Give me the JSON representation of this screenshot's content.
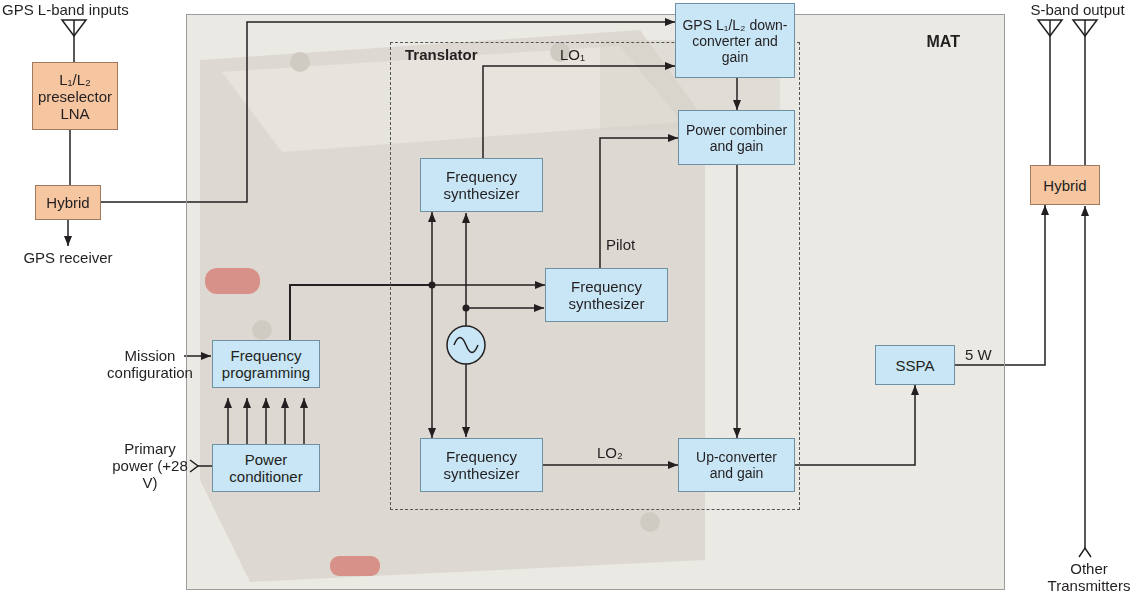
{
  "diagram": {
    "nodes": [
      {
        "text": [
          "L₁/L₂ preselector LNA"
        ]
      },
      {
        "text": [
          "Hybrid"
        ]
      },
      {
        "text": [
          "MAT"
        ]
      },
      {
        "text": [
          "Translator"
        ],
        "in": 2
      },
      {
        "text": [
          "GPS L₁/L₂ down-converter and gain"
        ],
        "in": 3
      },
      {
        "text": [
          "Frequency synthesizer"
        ],
        "in": 3
      },
      {
        "text": [
          "Power combiner and gain"
        ],
        "in": 3
      },
      {
        "text": [
          "Frequency synthesizer"
        ],
        "in": 3
      },
      {
        "text": [
          "Frequency synthesizer"
        ],
        "in": 3
      },
      {
        "text": [
          "Up-converter and gain"
        ],
        "in": 3
      },
      {
        "text": [
          "Frequency programming"
        ],
        "in": 2
      },
      {
        "text": [
          "Power conditioner"
        ],
        "in": 2
      },
      {
        "text": [
          "SSPA"
        ],
        "in": 2
      },
      {
        "text": [
          "Hybrid"
        ]
      }
    ],
    "edges": [
      {
        "from": 0,
        "to": 1,
        "arrow": "none"
      },
      {
        "from": 1,
        "to": 4,
        "arrow": "to"
      },
      {
        "from": 5,
        "to": 4,
        "label": "LO₁",
        "arrow": "to"
      },
      {
        "from": 4,
        "to": 6,
        "arrow": "to"
      },
      {
        "from": 7,
        "to": 6,
        "label": "Pilot",
        "arrow": "to"
      },
      {
        "from": 6,
        "to": 9,
        "arrow": "to"
      },
      {
        "from": 8,
        "to": 9,
        "label": "LO₂",
        "arrow": "to"
      },
      {
        "from": 9,
        "to": 12,
        "arrow": "to"
      },
      {
        "from": 12,
        "to": 13,
        "label": "5 W",
        "arrow": "to"
      },
      {
        "from": 10,
        "to": 7,
        "arrow": "to"
      },
      {
        "from": 10,
        "to": 5,
        "arrow": "to"
      },
      {
        "from": 10,
        "to": 8,
        "arrow": "to"
      }
    ],
    "labels": [
      "GPS L-band inputs",
      "GPS receiver",
      "Mission configuration",
      "Primary power (+28 V)",
      "S-band output",
      "Other Transmitters"
    ]
  }
}
